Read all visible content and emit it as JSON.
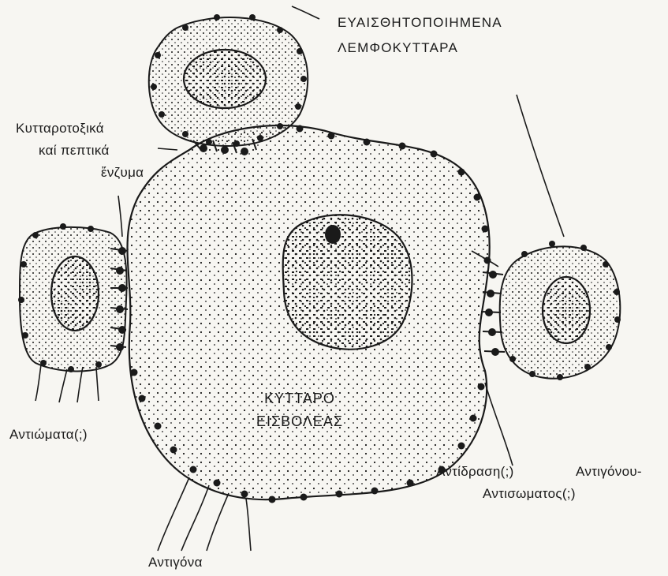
{
  "labels": {
    "sensitized_lymphocytes_line1": "ΕΥΑΙΣΘΗΤΟΠΟΙΗΜΕΝΑ",
    "sensitized_lymphocytes_line2": "ΛΕΜΦΟΚΥΤΤΑΡΑ",
    "cytotoxic_line1": "Κυτταροτοξικά",
    "cytotoxic_line2": "καί πεπτικά",
    "cytotoxic_line3": "ἔνζυμα",
    "invader_line1": "ΚΥΤΤΑΡΟ",
    "invader_line2": "ΕΙΣΒΟΛΕΑΣ",
    "antibodies": "Αντιώματα(;)",
    "antigens": "Αντιγόνα",
    "reaction_line1": "Αντίδραση(;)",
    "reaction_line1b": "Αντιγόνου-",
    "reaction_line2": "Αντισωματος(;)"
  },
  "colors": {
    "ink": "#1a1a1a",
    "paper": "#f7f6f2"
  }
}
